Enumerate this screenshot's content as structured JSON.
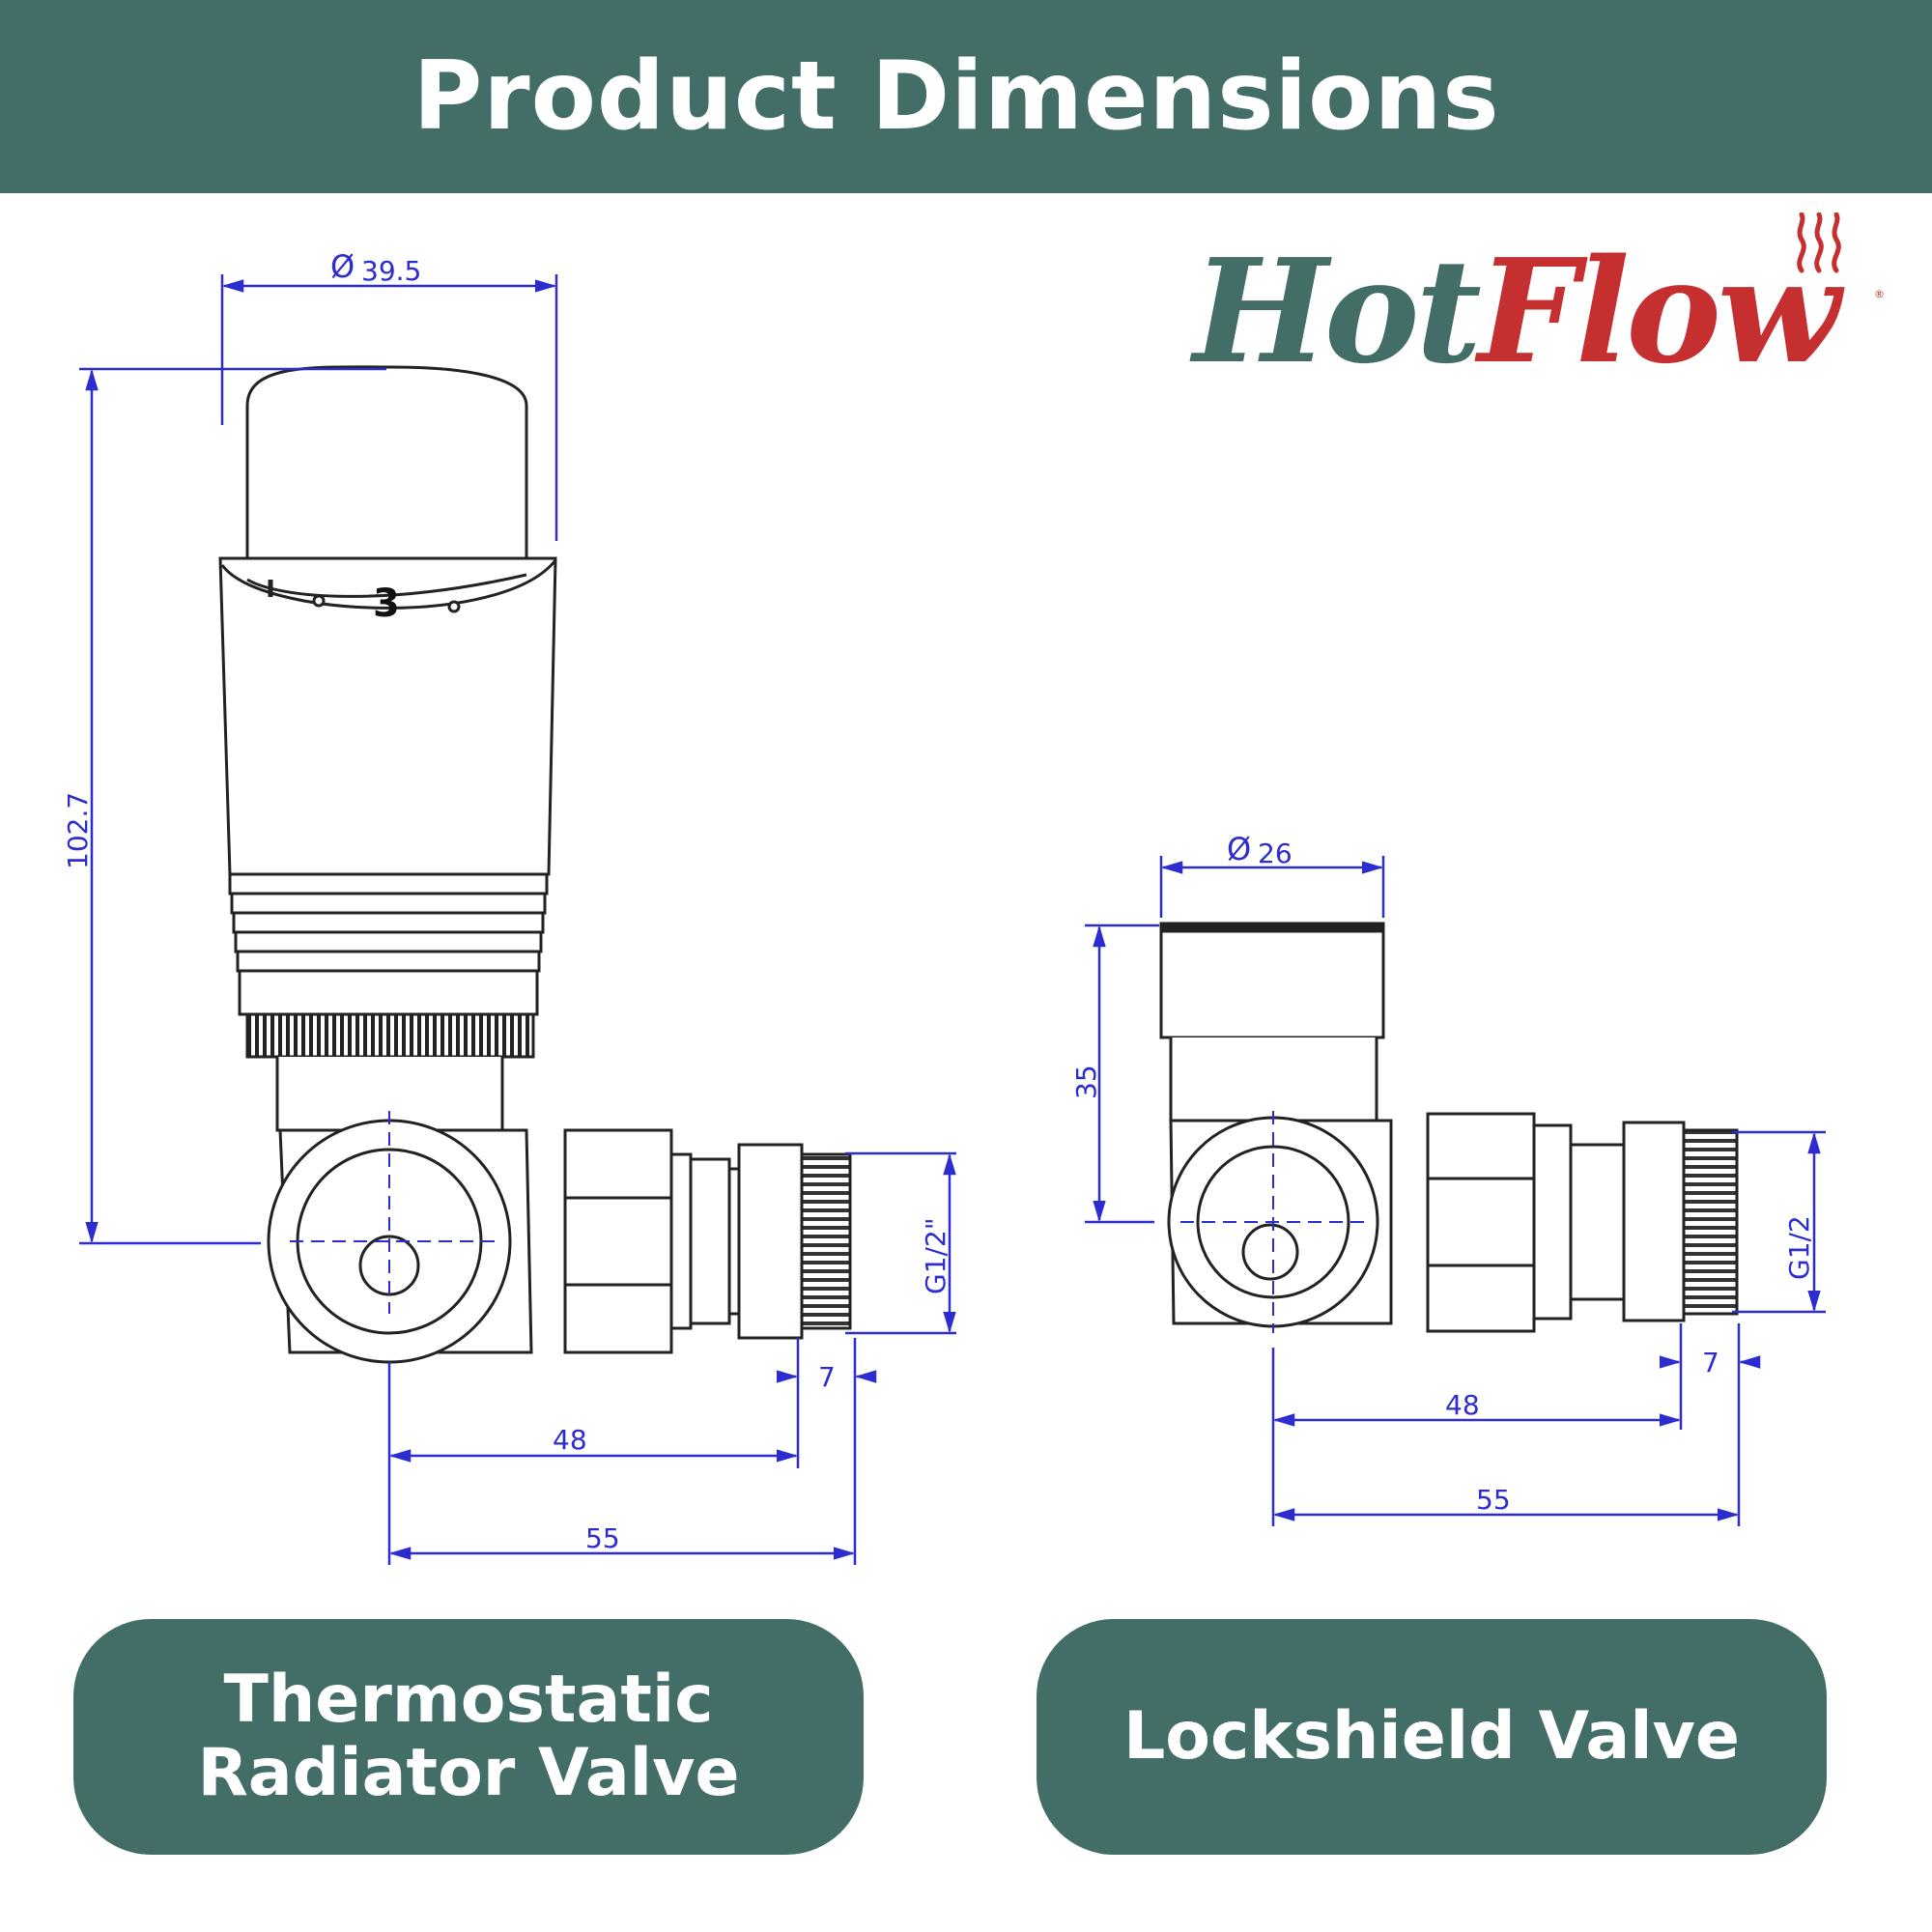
{
  "header": {
    "title": "Product Dimensions"
  },
  "logo": {
    "part1": "Hot",
    "part2": "Flow",
    "reg": "®",
    "colors": {
      "hot": "#436d67",
      "flow": "#c62f2f"
    }
  },
  "colors": {
    "brand": "#436d67",
    "dimension_lines": "#2c2ccf",
    "accent": "#c62f2f"
  },
  "trv": {
    "diameter": "39.5",
    "height": "102.7",
    "thread": "G1/2\"",
    "tail": "7",
    "center_to_shoulder": "48",
    "overall": "55",
    "dial_number": "3",
    "caption_line1": "Thermostatic",
    "caption_line2": "Radiator Valve"
  },
  "lockshield": {
    "diameter": "26",
    "height": "35",
    "thread": "G1/2",
    "tail": "7",
    "center_to_shoulder": "48",
    "overall": "55",
    "caption": "Lockshield Valve"
  },
  "symbols": {
    "diameter": "Ø"
  }
}
